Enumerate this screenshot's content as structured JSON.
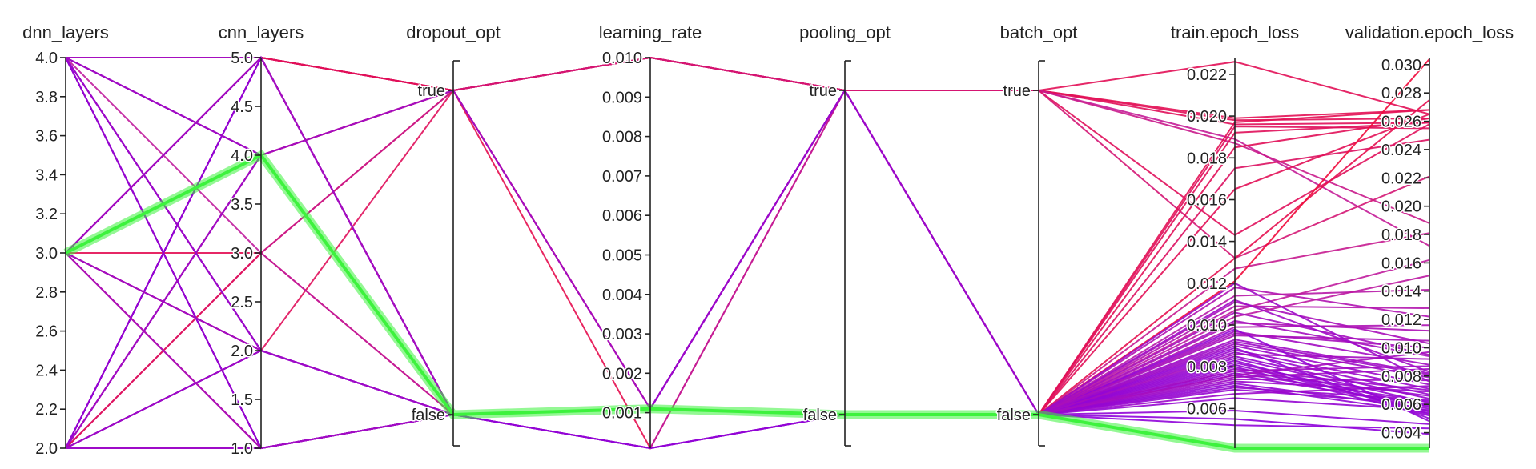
{
  "chart_data": {
    "type": "parallel_coordinates",
    "title": "",
    "axes": [
      {
        "name": "dnn_layers",
        "kind": "numeric",
        "range": [
          2.0,
          4.0
        ],
        "ticks": [
          2.0,
          2.2,
          2.4,
          2.6,
          2.8,
          3.0,
          3.2,
          3.4,
          3.6,
          3.8,
          4.0
        ],
        "decimals": 1
      },
      {
        "name": "cnn_layers",
        "kind": "numeric",
        "range": [
          1.0,
          5.0
        ],
        "ticks": [
          1.0,
          1.5,
          2.0,
          2.5,
          3.0,
          3.5,
          4.0,
          4.5,
          5.0
        ],
        "decimals": 1
      },
      {
        "name": "dropout_opt",
        "kind": "categorical",
        "categories": [
          "false",
          "true"
        ]
      },
      {
        "name": "learning_rate",
        "kind": "numeric",
        "range": [
          0.0001,
          0.01
        ],
        "ticks": [
          0.001,
          0.002,
          0.003,
          0.004,
          0.005,
          0.006,
          0.007,
          0.008,
          0.009,
          0.01
        ],
        "decimals": 3
      },
      {
        "name": "pooling_opt",
        "kind": "categorical",
        "categories": [
          "false",
          "true"
        ]
      },
      {
        "name": "batch_opt",
        "kind": "categorical",
        "categories": [
          "false",
          "true"
        ]
      },
      {
        "name": "train.epoch_loss",
        "kind": "numeric",
        "range": [
          0.0041,
          0.0228
        ],
        "ticks": [
          0.006,
          0.008,
          0.01,
          0.012,
          0.014,
          0.016,
          0.018,
          0.02,
          0.022
        ],
        "decimals": 3
      },
      {
        "name": "validation.epoch_loss",
        "kind": "numeric",
        "range": [
          0.0029,
          0.0305
        ],
        "ticks": [
          0.004,
          0.006,
          0.008,
          0.01,
          0.012,
          0.014,
          0.016,
          0.018,
          0.02,
          0.022,
          0.024,
          0.026,
          0.028,
          0.03
        ],
        "decimals": 3
      }
    ],
    "color_by": "validation.epoch_loss",
    "color_scale": {
      "low": "#8a00e0",
      "mid": "#c21d9a",
      "high": "#ef0a3a"
    },
    "highlight_color": "#3df23d",
    "highlighted_run": [
      3,
      4,
      "false",
      0.0011,
      "false",
      "false",
      0.0041,
      0.0029
    ],
    "runs": [
      [
        4,
        5,
        "true",
        0.01,
        "true",
        "true",
        0.0226,
        0.0265
      ],
      [
        4,
        5,
        "true",
        0.01,
        "true",
        "true",
        0.0198,
        0.0262
      ],
      [
        3,
        3,
        "true",
        0.01,
        "true",
        "true",
        0.0199,
        0.0268
      ],
      [
        2,
        4,
        "true",
        0.01,
        "true",
        "true",
        0.0196,
        0.0259
      ],
      [
        3,
        5,
        "true",
        0.01,
        "true",
        "true",
        0.0189,
        0.0172
      ],
      [
        2,
        3,
        "true",
        0.01,
        "true",
        "true",
        0.0187,
        0.0188
      ],
      [
        4,
        2,
        "true",
        0.01,
        "true",
        "true",
        0.0143,
        0.0258
      ],
      [
        3,
        5,
        "true",
        0.01,
        "true",
        "true",
        0.0132,
        0.0221
      ],
      [
        4,
        5,
        "true",
        0.0011,
        "false",
        "false",
        0.0195,
        0.0255
      ],
      [
        2,
        3,
        "false",
        0.0011,
        "false",
        "false",
        0.0185,
        0.0262
      ],
      [
        3,
        2,
        "false",
        0.0011,
        "false",
        "false",
        0.0175,
        0.0247
      ],
      [
        2,
        5,
        "true",
        0.0011,
        "false",
        "false",
        0.0165,
        0.0265
      ],
      [
        3,
        4,
        "true",
        0.0011,
        "false",
        "false",
        0.0197,
        0.0268
      ],
      [
        4,
        1,
        "false",
        0.0011,
        "false",
        "false",
        0.0192,
        0.0259
      ],
      [
        4,
        4,
        "true",
        0.0001,
        "true",
        "false",
        0.0132,
        0.0275
      ],
      [
        2,
        5,
        "false",
        0.0011,
        "true",
        "false",
        0.0127,
        0.0181
      ],
      [
        3,
        1,
        "false",
        0.0011,
        "false",
        "false",
        0.0121,
        0.0304
      ],
      [
        4,
        2,
        "false",
        0.0011,
        "true",
        "false",
        0.0118,
        0.0122
      ],
      [
        4,
        5,
        "false",
        0.0011,
        "false",
        "false",
        0.0114,
        0.0141
      ],
      [
        2,
        1,
        "false",
        0.0011,
        "true",
        "false",
        0.0111,
        0.0103
      ],
      [
        2,
        4,
        "true",
        0.0011,
        "false",
        "false",
        0.0109,
        0.0128
      ],
      [
        4,
        3,
        "false",
        0.0001,
        "true",
        "false",
        0.0107,
        0.0162
      ],
      [
        3,
        2,
        "false",
        0.0011,
        "false",
        "false",
        0.0104,
        0.0151
      ],
      [
        2,
        4,
        "false",
        0.0011,
        "false",
        "false",
        0.0102,
        0.0094
      ],
      [
        4,
        5,
        "false",
        0.0001,
        "false",
        "false",
        0.0099,
        0.0116
      ],
      [
        2,
        2,
        "false",
        0.0011,
        "false",
        "false",
        0.0097,
        0.0088
      ],
      [
        4,
        1,
        "false",
        0.0011,
        "true",
        "false",
        0.0095,
        0.0105
      ],
      [
        3,
        5,
        "false",
        0.0011,
        "false",
        "false",
        0.0093,
        0.0082
      ],
      [
        4,
        4,
        "false",
        0.0011,
        "false",
        "false",
        0.0091,
        0.0079
      ],
      [
        2,
        1,
        "false",
        0.0001,
        "false",
        "false",
        0.009,
        0.0074
      ],
      [
        3,
        4,
        "false",
        0.0011,
        "true",
        "false",
        0.0088,
        0.0071
      ],
      [
        4,
        2,
        "false",
        0.0011,
        "false",
        "false",
        0.0087,
        0.0067
      ],
      [
        2,
        5,
        "false",
        0.0011,
        "false",
        "false",
        0.0085,
        0.0064
      ],
      [
        3,
        1,
        "false",
        0.0011,
        "true",
        "false",
        0.0084,
        0.0061
      ],
      [
        4,
        5,
        "false",
        0.0001,
        "false",
        "false",
        0.0082,
        0.0058
      ],
      [
        2,
        2,
        "false",
        0.0011,
        "false",
        "false",
        0.0081,
        0.0055
      ],
      [
        4,
        4,
        "false",
        0.0011,
        "false",
        "false",
        0.008,
        0.0052
      ],
      [
        3,
        5,
        "false",
        0.0011,
        "true",
        "false",
        0.0079,
        0.007
      ],
      [
        2,
        4,
        "false",
        0.0011,
        "false",
        "false",
        0.0078,
        0.0066
      ],
      [
        4,
        2,
        "false",
        0.0011,
        "false",
        "false",
        0.0077,
        0.0062
      ],
      [
        2,
        1,
        "false",
        0.0011,
        "false",
        "false",
        0.0076,
        0.0059
      ],
      [
        4,
        5,
        "false",
        0.0011,
        "false",
        "false",
        0.0075,
        0.0085
      ],
      [
        3,
        4,
        "false",
        0.0011,
        "true",
        "false",
        0.0074,
        0.0077
      ],
      [
        2,
        5,
        "false",
        0.0011,
        "false",
        "false",
        0.0073,
        0.0069
      ],
      [
        4,
        1,
        "false",
        0.0011,
        "false",
        "false",
        0.0072,
        0.0057
      ],
      [
        3,
        2,
        "false",
        0.0011,
        "false",
        "false",
        0.0071,
        0.0054
      ],
      [
        2,
        4,
        "false",
        0.0011,
        "false",
        "false",
        0.007,
        0.0063
      ],
      [
        4,
        5,
        "false",
        0.0011,
        "false",
        "false",
        0.0069,
        0.006
      ],
      [
        2,
        2,
        "false",
        0.0011,
        "true",
        "false",
        0.0067,
        0.0073
      ],
      [
        4,
        4,
        "false",
        0.0011,
        "false",
        "false",
        0.0065,
        0.0056
      ],
      [
        3,
        5,
        "false",
        0.0001,
        "false",
        "false",
        0.0059,
        0.0046
      ],
      [
        2,
        1,
        "false",
        0.0011,
        "false",
        "false",
        0.0055,
        0.0039
      ],
      [
        4,
        2,
        "false",
        0.0011,
        "false",
        "false",
        0.0052,
        0.0043
      ],
      [
        3,
        4,
        "false",
        0.0011,
        "false",
        "false",
        0.0089,
        0.005
      ],
      [
        2,
        5,
        "false",
        0.0011,
        "false",
        "false",
        0.0098,
        0.0048
      ],
      [
        4,
        1,
        "false",
        0.0011,
        "false",
        "false",
        0.0083,
        0.0053
      ],
      [
        3,
        2,
        "false",
        0.0011,
        "false",
        "false",
        0.0076,
        0.0097
      ],
      [
        2,
        4,
        "false",
        0.0011,
        "false",
        "false",
        0.0086,
        0.0092
      ],
      [
        4,
        5,
        "false",
        0.0011,
        "false",
        "false",
        0.0096,
        0.01
      ],
      [
        3,
        1,
        "false",
        0.0011,
        "false",
        "false",
        0.0101,
        0.0112
      ],
      [
        2,
        2,
        "false",
        0.0011,
        "false",
        "false",
        0.0092,
        0.0081
      ],
      [
        4,
        4,
        "true",
        0.0011,
        "false",
        "false",
        0.0078,
        0.0087
      ],
      [
        3,
        5,
        "false",
        0.0011,
        "false",
        "false",
        0.0106,
        0.0095
      ],
      [
        2,
        1,
        "false",
        0.0011,
        "false",
        "false",
        0.0112,
        0.0083
      ],
      [
        4,
        2,
        "false",
        0.0011,
        "false",
        "false",
        0.012,
        0.0076
      ]
    ]
  }
}
